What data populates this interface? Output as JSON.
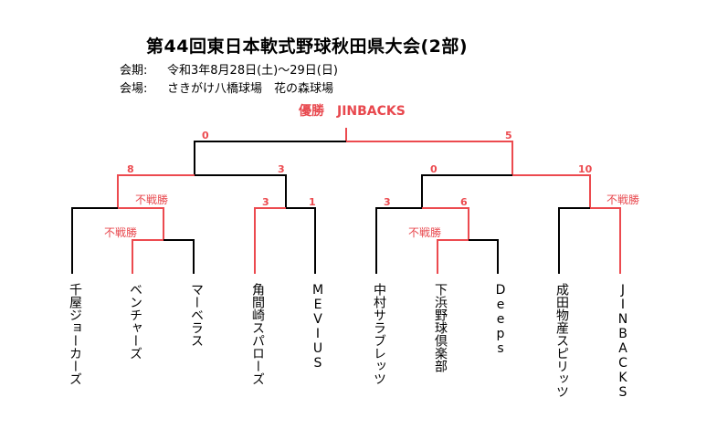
{
  "header": {
    "title": "第44回東日本軟式野球秋田県大会(2部)",
    "period_label": "会期:",
    "period_value": "令和3年8月28日(土)～29日(日)",
    "venue_label": "会場:",
    "venue_value": "さきがけ八橋球場　花の森球場"
  },
  "champion": {
    "label": "優勝",
    "team": "JINBACKS"
  },
  "bye_label": "不戦勝",
  "teams": [
    "千屋ジョーカーズ",
    "ベンチャーズ",
    "マーベラス",
    "角間崎スパローズ",
    "MEVIUS",
    "中村サラブレッツ",
    "下浜野球倶楽部",
    "Deeps",
    "成田物産スピリッツ",
    "JINBACKS"
  ],
  "scores": {
    "final_left": "0",
    "final_right": "5",
    "semi_left_top": "8",
    "semi_left_bottom": "3",
    "semi_right_top": "0",
    "semi_right_bottom": "10",
    "r2_kadomazaki": "3",
    "r2_mevius": "1",
    "r2_nakamura": "3",
    "r2_shimohama": "6"
  },
  "colors": {
    "winner_line": "#ec4a4f",
    "loser_line": "#000000",
    "title_red": "#e8484e"
  }
}
